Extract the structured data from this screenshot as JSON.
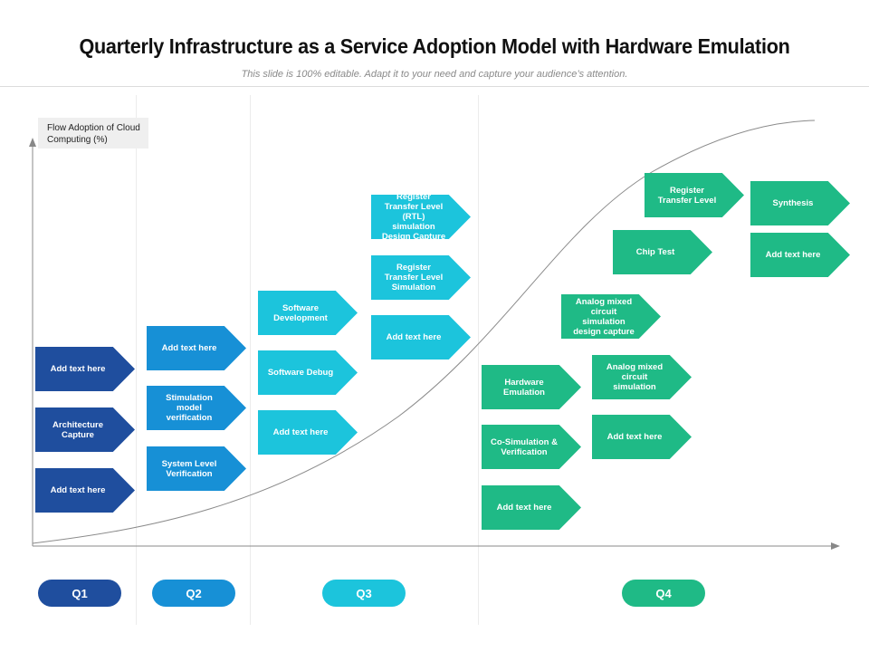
{
  "header": {
    "title": "Quarterly Infrastructure as a Service Adoption Model with Hardware Emulation",
    "subtitle": "This slide is 100% editable. Adapt it to your need and capture your audience’s attention."
  },
  "y_axis_label": "Flow Adoption of Cloud Computing (%)",
  "colors": {
    "q1": "#1f4e9e",
    "q2": "#1790d6",
    "q3": "#1cc4dc",
    "q4": "#1fba86"
  },
  "quarters": [
    {
      "label": "Q1",
      "items": [
        "Add text here",
        "Architecture Capture",
        "Add text here"
      ]
    },
    {
      "label": "Q2",
      "items": [
        "Add text here",
        "Stimulation model verification",
        "System Level Verification"
      ]
    },
    {
      "label": "Q3",
      "items": [
        "Software Development",
        "Software Debug",
        "Add text here",
        "Register Transfer Level (RTL) simulation Design Capture",
        "Register Transfer Level Simulation",
        "Add text here"
      ]
    },
    {
      "label": "Q4",
      "items": [
        "Hardware Emulation",
        "Co-Simulation & Verification",
        "Add text here",
        "Analog mixed circuit simulation design capture",
        "Analog mixed circuit simulation",
        "Add text here",
        "Chip Test",
        "Register Transfer Level",
        "Synthesis",
        "Add text here"
      ]
    }
  ]
}
